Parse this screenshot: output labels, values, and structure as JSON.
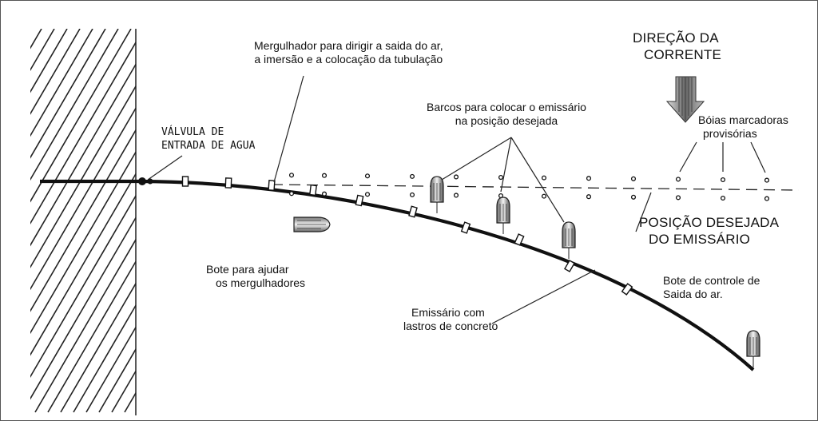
{
  "labels": {
    "diver": [
      "Mergulhador para dirigir a saida do ar,",
      "a imersão e a colocação da tubulação"
    ],
    "current": [
      "DIREÇÃO DA",
      "CORRENTE"
    ],
    "boats_place": [
      "Barcos para colocar o emissário",
      "na posição desejada"
    ],
    "valve": [
      "VÁLVULA DE",
      "ENTRADA DE AGUA"
    ],
    "buoys": [
      "Bóias marcadoras",
      "provisórias"
    ],
    "desired_position": [
      "POSIÇÃO DESEJADA",
      "DO EMISSÁRIO"
    ],
    "dinghy": [
      "Bote para ajudar",
      "os mergulhadores"
    ],
    "control_boat": [
      "Bote de controle de",
      "Saida do ar."
    ],
    "outfall": [
      "Emissário com",
      "lastros de concreto"
    ]
  }
}
